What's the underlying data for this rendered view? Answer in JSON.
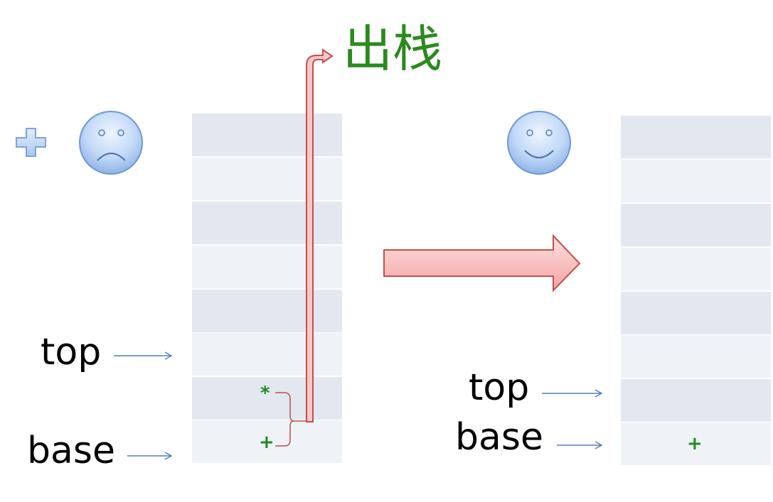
{
  "left": {
    "top_label": "top",
    "base_label": "base",
    "pushed_item": "*",
    "bottom_item": "+"
  },
  "right": {
    "top_label": "top",
    "base_label": "base",
    "bottom_item": "+"
  },
  "pop_label": "出栈",
  "faces": {
    "left": "sad",
    "right": "happy"
  },
  "icons": {
    "operator": "plus-icon"
  },
  "colors": {
    "face_fill": "#a9c8f2",
    "plus_fill": "#b6cff1",
    "arrow_fill": "#f7a8a8",
    "arrow_stroke": "#c0504d",
    "pointer": "#4f81bd",
    "item_green": "#1f8a1f"
  }
}
